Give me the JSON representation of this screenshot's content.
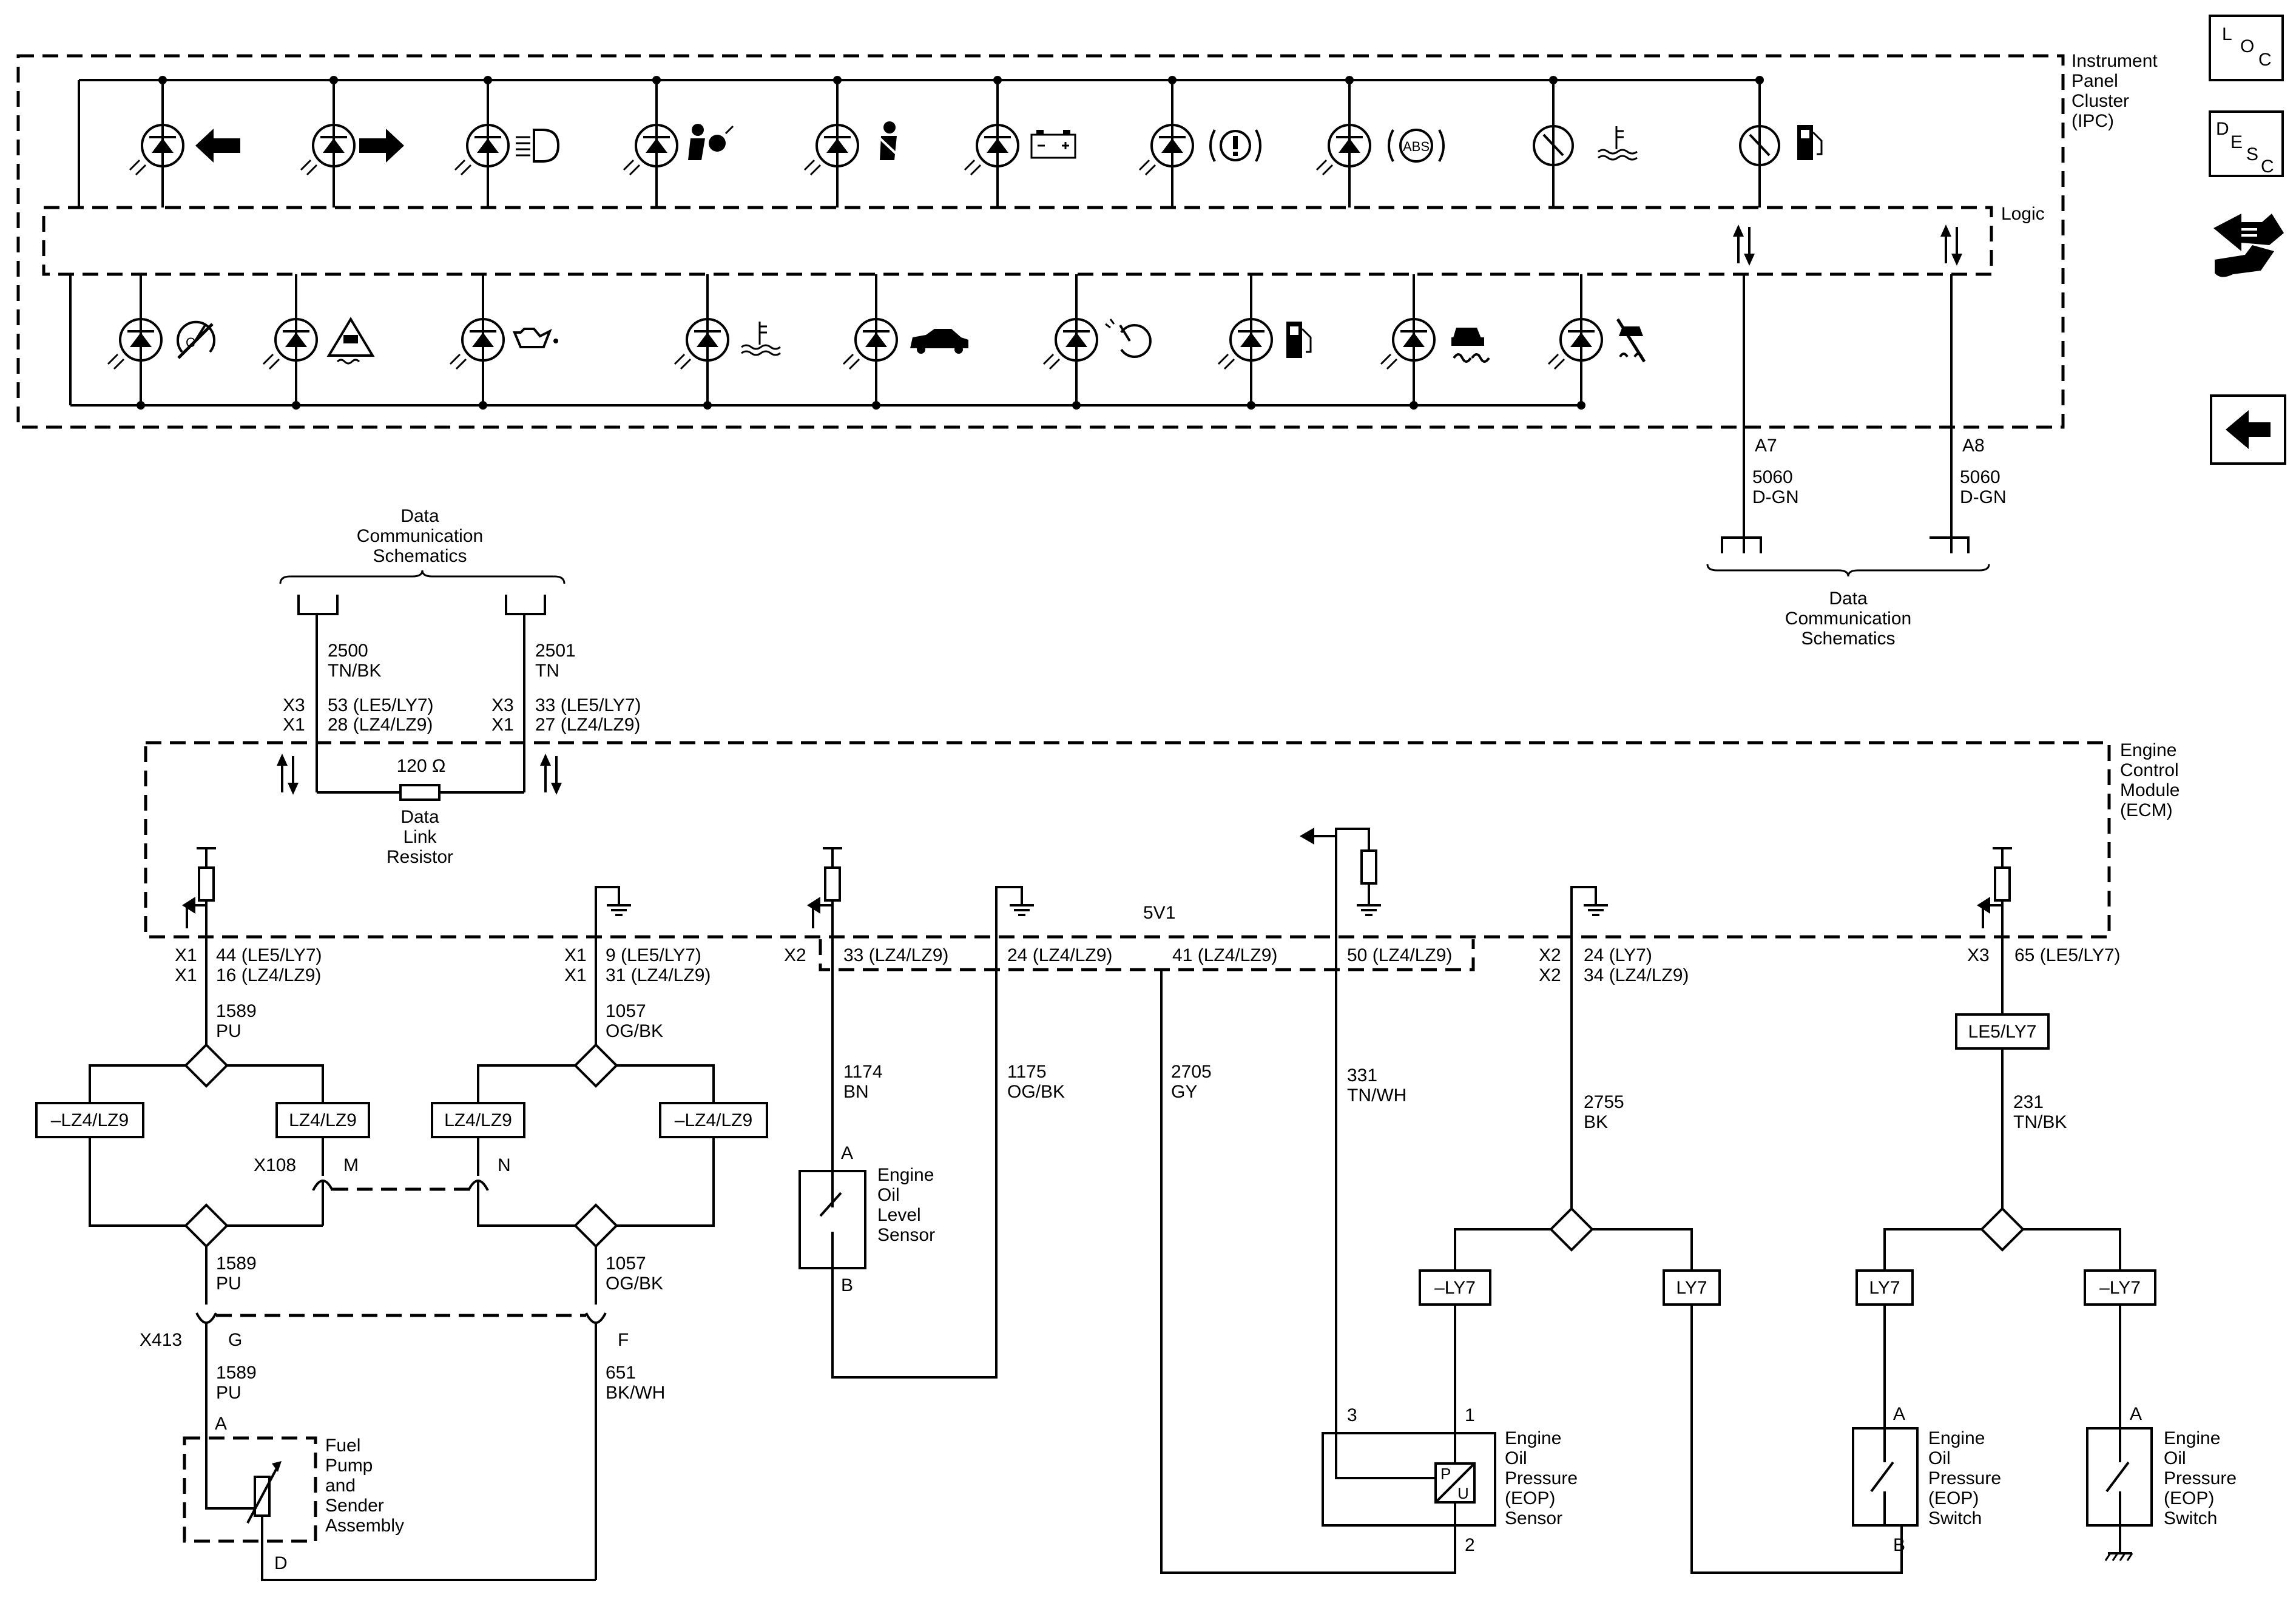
{
  "modules": {
    "ipc": {
      "label": [
        "Instrument",
        "Panel",
        "Cluster",
        "(IPC)"
      ],
      "logic": "Logic"
    },
    "ecm": {
      "label": [
        "Engine",
        "Control",
        "Module",
        "(ECM)"
      ]
    }
  },
  "side_icons": {
    "loc": [
      "L",
      "O",
      "C"
    ],
    "desc": [
      "D",
      "E",
      "S",
      "C"
    ]
  },
  "data_comm": {
    "left": [
      "Data",
      "Communication",
      "Schematics"
    ],
    "right": [
      "Data",
      "Communication",
      "Schematics"
    ]
  },
  "ipc_wires": {
    "a7": {
      "pin": "A7",
      "circuit": "5060",
      "color": "D-GN"
    },
    "a8": {
      "pin": "A8",
      "circuit": "5060",
      "color": "D-GN"
    }
  },
  "can": {
    "w2500": {
      "circuit": "2500",
      "color": "TN/BK"
    },
    "w2501": {
      "circuit": "2501",
      "color": "TN"
    },
    "x3_left": "X3",
    "x1_left": "X1",
    "p53": "53 (LE5/LY7)",
    "p28": "28 (LZ4/LZ9)",
    "x3_right": "X3",
    "x1_right": "X1",
    "p33": "33 (LE5/LY7)",
    "p27": "27 (LZ4/LZ9)",
    "ohm": "120 Ω",
    "resistor": [
      "Data",
      "Link",
      "Resistor"
    ]
  },
  "ecm_pins": {
    "a_x1a": "X1",
    "a_x1b": "X1",
    "a_p44": "44 (LE5/LY7)",
    "a_p16": "16 (LZ4/LZ9)",
    "b_x1a": "X1",
    "b_x1b": "X1",
    "b_p9": "9 (LE5/LY7)",
    "b_p31": "31 (LZ4/LZ9)",
    "x2": "X2",
    "p33": "33 (LZ4/LZ9)",
    "p24": "24 (LZ4/LZ9)",
    "p41": "41 (LZ4/LZ9)",
    "p50": "50 (LZ4/LZ9)",
    "v5": "5V1",
    "c_x2a": "X2",
    "c_x2b": "X2",
    "c_p24": "24 (LY7)",
    "c_p34": "34 (LZ4/LZ9)",
    "d_x3": "X3",
    "d_p65": "65 (LE5/LY7)"
  },
  "wires": {
    "w1589a": [
      "1589",
      "PU"
    ],
    "w1057a": [
      "1057",
      "OG/BK"
    ],
    "w1589b": [
      "1589",
      "PU"
    ],
    "w1057b": [
      "1057",
      "OG/BK"
    ],
    "w1589c": [
      "1589",
      "PU"
    ],
    "w651": [
      "651",
      "BK/WH"
    ],
    "w1174": [
      "1174",
      "BN"
    ],
    "w1175": [
      "1175",
      "OG/BK"
    ],
    "w2705": [
      "2705",
      "GY"
    ],
    "w331": [
      "331",
      "TN/WH"
    ],
    "w2755": [
      "2755",
      "BK"
    ],
    "w231": [
      "231",
      "TN/BK"
    ]
  },
  "options": {
    "o1": "–LZ4/LZ9",
    "o2": "LZ4/LZ9",
    "o3": "LZ4/LZ9",
    "o4": "–LZ4/LZ9",
    "o5": "LE5/LY7",
    "o6": "–LY7",
    "o7": "LY7",
    "o8": "LY7",
    "o9": "–LY7"
  },
  "connectors": {
    "x108": "X108",
    "m": "M",
    "n": "N",
    "x413": "X413",
    "g": "G",
    "f": "F"
  },
  "components": {
    "fuel": {
      "name": [
        "Fuel",
        "Pump",
        "and",
        "Sender",
        "Assembly"
      ],
      "pa": "A",
      "pd": "D"
    },
    "level": {
      "name": [
        "Engine",
        "Oil",
        "Level",
        "Sensor"
      ],
      "pa": "A",
      "pb": "B"
    },
    "eop_sensor": {
      "name": [
        "Engine",
        "Oil",
        "Pressure",
        "(EOP)",
        "Sensor"
      ],
      "p1": "1",
      "p2": "2",
      "p3": "3",
      "p": "P",
      "u": "U"
    },
    "eop_sw1": {
      "name": [
        "Engine",
        "Oil",
        "Pressure",
        "(EOP)",
        "Switch"
      ],
      "pa": "A",
      "pb": "B"
    },
    "eop_sw2": {
      "name": [
        "Engine",
        "Oil",
        "Pressure",
        "(EOP)",
        "Switch"
      ],
      "pa": "A"
    }
  },
  "indicator_icons": [
    "left-turn-arrow-icon",
    "right-turn-arrow-icon",
    "high-beam-icon",
    "airbag-icon",
    "seatbelt-icon",
    "battery-icon",
    "brake-warning-icon",
    "abs-icon",
    "temp-gauge-icon",
    "fuel-gauge-icon",
    "cruise-control-icon",
    "stabilitrak-icon",
    "oil-pressure-icon",
    "coolant-temp-icon",
    "security-car-icon",
    "service-engine-icon",
    "low-fuel-icon",
    "traction-control-icon",
    "traction-off-icon"
  ],
  "colors": {
    "line": "#000000",
    "background": "#ffffff"
  }
}
